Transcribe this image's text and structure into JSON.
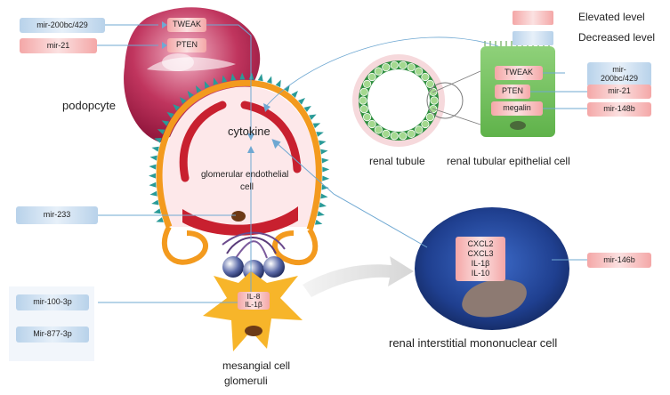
{
  "legend": {
    "elevated": "Elevated level",
    "decreased": "Decreased level",
    "elevated_color": "#f4a7a7",
    "decreased_color": "#b8d2ea"
  },
  "labels": {
    "podocyte": "podopcyte",
    "cytokine": "cytokine",
    "endothelial_line1": "glomerular endothelial",
    "endothelial_line2": "cell",
    "renal_tubule": "renal tubule",
    "tubular_epithelial": "renal tubular epithelial cell",
    "interstitial": "renal interstitial mononuclear cell",
    "mesangial_line1": "mesangial cell",
    "mesangial_line2": "glomeruli"
  },
  "mirnas": {
    "podo_down": "mir-200bc/429",
    "podo_up": "mir-21",
    "endo_down": "mir-233",
    "mes_down1": "mir-100-3p",
    "mes_down2": "Mir-877-3p",
    "tub_down_line1": "mir-",
    "tub_down_line2": "200bc/429",
    "tub_up1": "mir-21",
    "tub_up2": "mir-148b",
    "inter_up": "mir-146b"
  },
  "targets": {
    "podo_tweak": "TWEAK",
    "podo_pten": "PTEN",
    "tub_tweak": "TWEAK",
    "tub_pten": "PTEN",
    "tub_megalin": "megalin",
    "mes_il8": "IL-8",
    "mes_il1b": "IL-1β",
    "inter_cxcl2": "CXCL2",
    "inter_cxcl3": "CXCL3",
    "inter_il1b": "IL-1β",
    "inter_il10": "IL-10"
  }
}
